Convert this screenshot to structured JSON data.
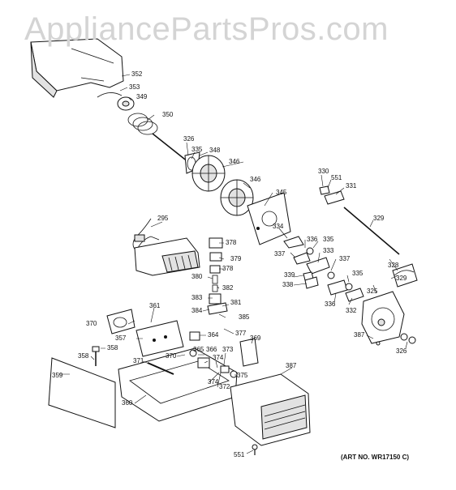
{
  "watermark": "AppliancePartsPros.com",
  "art_number": "(ART NO. WR17150 C)",
  "part_labels": [
    "352",
    "353",
    "349",
    "350",
    "326",
    "335",
    "348",
    "346",
    "346",
    "345",
    "295",
    "378",
    "379",
    "378",
    "380",
    "382",
    "383",
    "381",
    "384",
    "385",
    "370",
    "361",
    "357",
    "364",
    "377",
    "369",
    "358",
    "358",
    "371",
    "370",
    "365",
    "366",
    "374",
    "373",
    "359",
    "374",
    "372",
    "375",
    "387",
    "360",
    "551",
    "330",
    "551",
    "331",
    "329",
    "334",
    "337",
    "336",
    "335",
    "333",
    "339",
    "338",
    "337",
    "335",
    "328",
    "329",
    "325",
    "336",
    "332",
    "387",
    "326"
  ],
  "colors": {
    "ink": "#111111",
    "watermark": "#d4d4d4",
    "background": "#ffffff"
  }
}
